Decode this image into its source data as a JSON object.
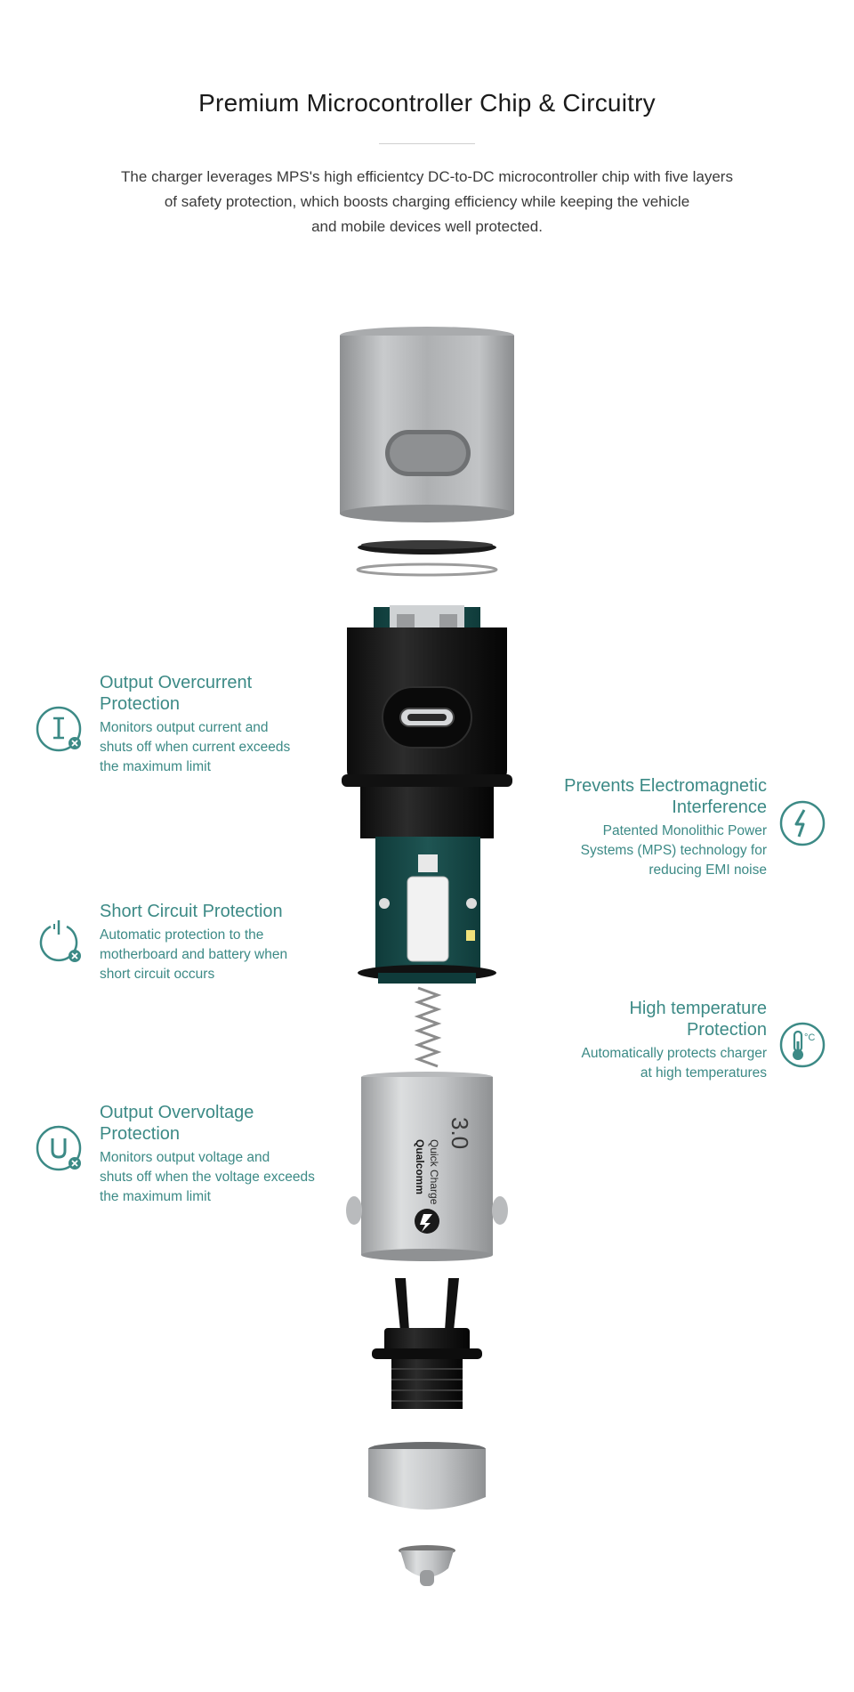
{
  "header": {
    "title": "Premium Microcontroller Chip & Circuitry",
    "intro_lines": [
      "The charger leverages MPS's high efficientcy DC-to-DC microcontroller chip with five layers",
      "of safety protection,  which boosts charging efficiency while keeping  the vehicle",
      "and mobile devices well protected."
    ]
  },
  "features": {
    "overcurrent": {
      "title_lines": [
        "Output Overcurrent",
        "Protection"
      ],
      "desc_lines": [
        "Monitors output current and",
        "shuts off when current exceeds",
        "the maximum limit"
      ],
      "icon": "current-i-icon"
    },
    "emi": {
      "title_lines": [
        "Prevents Electromagnetic",
        "Interference"
      ],
      "desc_lines": [
        "Patented Monolithic Power",
        "Systems (MPS) technology for",
        "reducing EMI noise"
      ],
      "icon": "lightning-icon"
    },
    "short_circuit": {
      "title_lines": [
        "Short Circuit Protection"
      ],
      "desc_lines": [
        "Automatic protection to the",
        "motherboard and battery when",
        "short circuit occurs"
      ],
      "icon": "power-icon"
    },
    "temperature": {
      "title_lines": [
        "High temperature",
        "Protection"
      ],
      "desc_lines": [
        "Automatically protects charger",
        "at high temperatures"
      ],
      "icon": "thermometer-icon",
      "icon_text": "°C"
    },
    "overvoltage": {
      "title_lines": [
        "Output Overvoltage",
        "Protection"
      ],
      "desc_lines": [
        "Monitors output voltage and",
        "shuts off when the voltage exceeds",
        "the maximum limit"
      ],
      "icon": "voltage-u-icon"
    }
  },
  "product": {
    "brand": "Qualcomm",
    "model_line": "Quick Charge",
    "version": "3.0"
  },
  "colors": {
    "accent": "#3c8a86",
    "text": "#3a3a3a",
    "title": "#1a1a1a"
  }
}
